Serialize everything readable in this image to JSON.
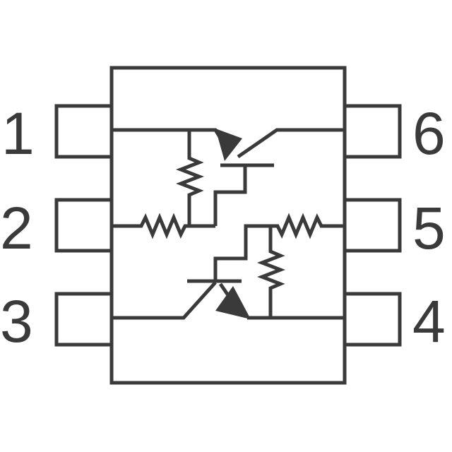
{
  "colors": {
    "ink": "#3a3a3a",
    "background": "#ffffff"
  },
  "pins": {
    "p1": "1",
    "p2": "2",
    "p3": "3",
    "p4": "4",
    "p5": "5",
    "p6": "6"
  }
}
